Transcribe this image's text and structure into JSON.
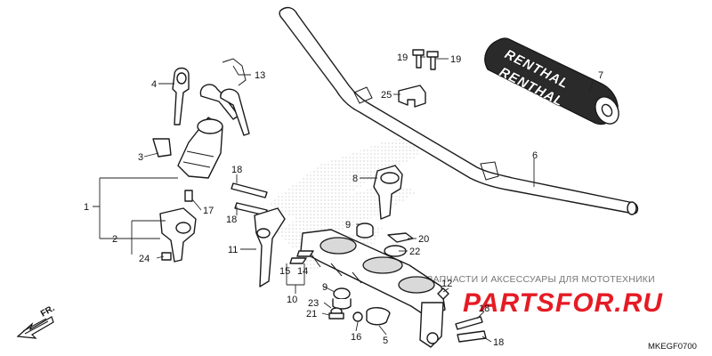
{
  "diagram": {
    "callouts": {
      "c1": "1",
      "c2": "2",
      "c3": "3",
      "c4": "4",
      "c5": "5",
      "c6": "6",
      "c7": "7",
      "c8": "8",
      "c9a": "9",
      "c9b": "9",
      "c10": "10",
      "c11": "11",
      "c12": "12",
      "c13": "13",
      "c14": "14",
      "c15": "15",
      "c16": "16",
      "c17": "17",
      "c18a": "18",
      "c18b": "18",
      "c18c": "18",
      "c18d": "18",
      "c19a": "19",
      "c19b": "19",
      "c20": "20",
      "c21": "21",
      "c22": "22",
      "c23": "23",
      "c24": "24",
      "c25": "25"
    },
    "pad_brand_top": "RENTHAL",
    "pad_brand_bottom": "RENTHAL",
    "direction_label": "FR.",
    "diagram_code": "MKEGF0700"
  },
  "watermark": {
    "tagline": "ЗАПЧАСТИ И АКСЕССУАРЫ ДЛЯ МОТОТЕХНИКИ",
    "logo": "PARTSFOR.RU"
  },
  "colors": {
    "line": "#1a1a1a",
    "watermark_red": "#e51b24",
    "watermark_grey": "#777777",
    "honda_hatch": "#e8e8e8"
  }
}
